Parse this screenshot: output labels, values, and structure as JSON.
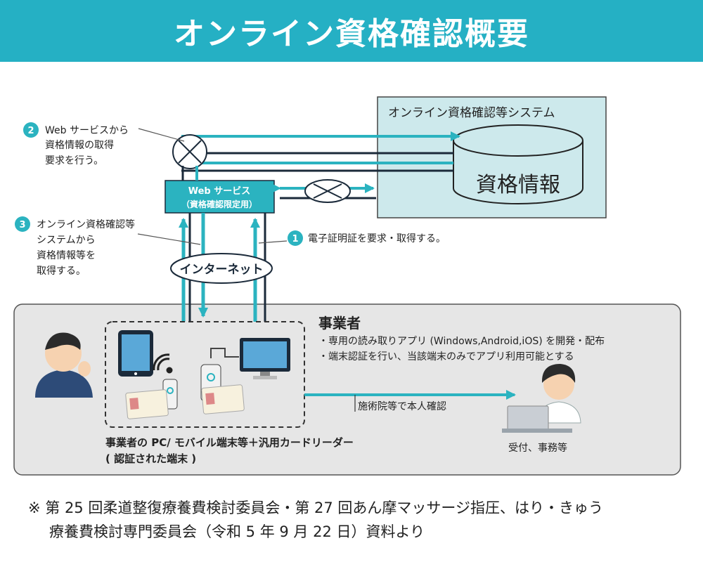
{
  "header": {
    "title": "オンライン資格確認概要"
  },
  "system": {
    "title": "オンライン資格確認等システム",
    "db_label": "資格情報"
  },
  "web_service": {
    "line1": "Web サービス",
    "line2": "（資格確認限定用）"
  },
  "internet": {
    "label": "インターネット"
  },
  "steps": [
    {
      "num": "2",
      "lines": [
        "Web サービスから",
        "資格情報の取得",
        "要求を行う。"
      ]
    },
    {
      "num": "3",
      "lines": [
        "オンライン資格確認等",
        "システムから",
        "資格情報等を",
        "取得する。"
      ]
    },
    {
      "num": "1",
      "lines": [
        "電子証明証を要求・取得する。"
      ]
    }
  ],
  "business": {
    "title": "事業者",
    "bullets": [
      "・専用の読み取りアプリ (Windows,Android,iOS) を開発・配布",
      "・端末認証を行い、当該端末のみでアプリ利用可能とする"
    ],
    "device_caption_1": "事業者の PC/ モバイル端末等＋汎用カードリーダー",
    "device_caption_2": "( 認証された端末 )",
    "arrow_label": "施術院等で本人確認",
    "reception_label": "受付、事務等"
  },
  "footnote": {
    "line1": "※ 第 25 回柔道整復療養費検討委員会・第 27 回あん摩マッサージ指圧、はり・きゅう",
    "line2": "療養費検討専門委員会（令和 5 年 9 月 22 日）資料より"
  },
  "colors": {
    "teal": "#25b0c4",
    "arrow": "#2bb3c0",
    "system_bg": "#cde9ec",
    "box_bg": "#e6e6e6",
    "navy": "#1b2a3a"
  }
}
